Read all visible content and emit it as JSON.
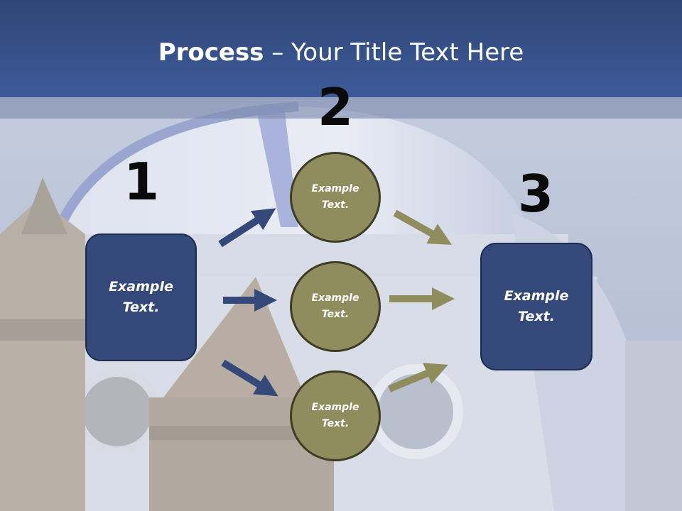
{
  "title": {
    "bold": "Process",
    "rest": " – Your Title Text Here"
  },
  "numbers": {
    "step1": "1",
    "step2": "2",
    "step3": "3"
  },
  "source_box": {
    "line1": "Example",
    "line2": "Text."
  },
  "middle_circles": [
    {
      "line1": "Example",
      "line2": "Text."
    },
    {
      "line1": "Example",
      "line2": "Text."
    },
    {
      "line1": "Example",
      "line2": "Text."
    }
  ],
  "target_box": {
    "line1": "Example",
    "line2": "Text."
  },
  "colors": {
    "header": "#3d5a99",
    "box_fill": "#34487a",
    "circle_fill": "#8f8c5e",
    "blue_arrow": "#34487a",
    "olive_arrow": "#8f8c5e"
  }
}
